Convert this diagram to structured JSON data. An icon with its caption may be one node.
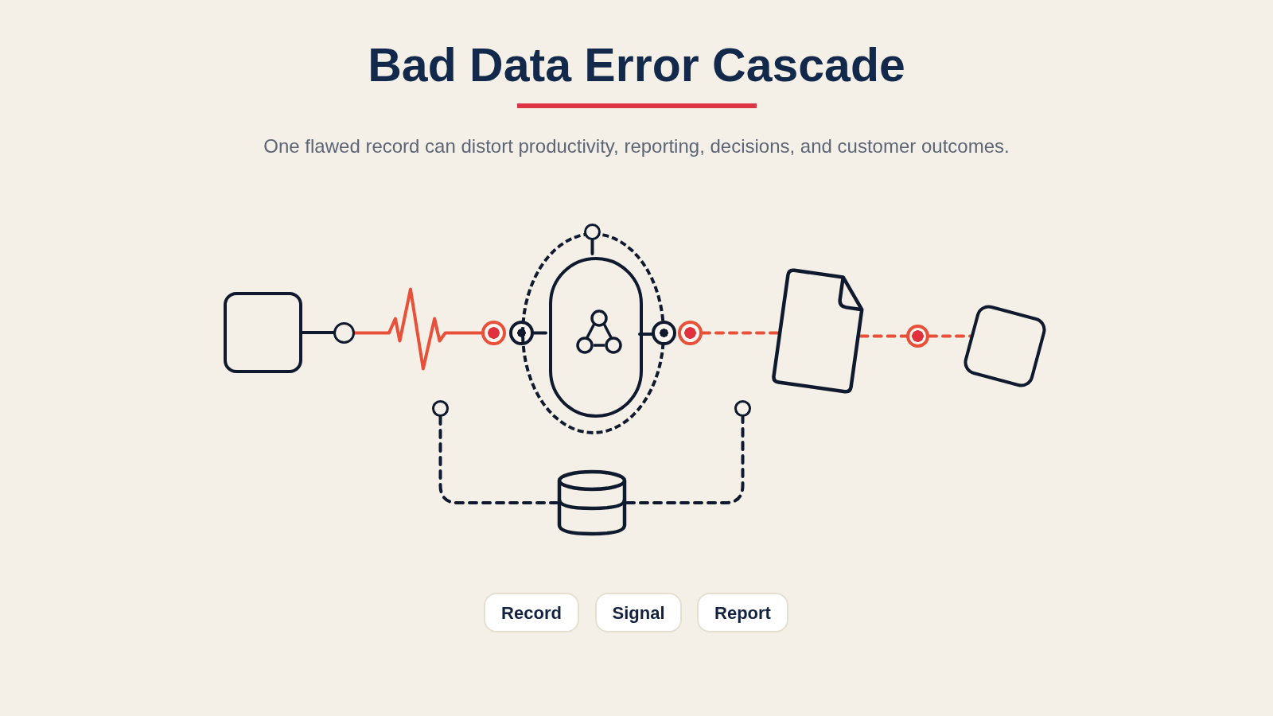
{
  "diagram": {
    "title": "Bad Data Error Cascade",
    "nodes": [
      {
        "text": [],
        "shape": "box"
      },
      {
        "text": [],
        "shape": "circle"
      },
      {
        "text": [],
        "shape": "circle"
      },
      {
        "text": [],
        "shape": "circle"
      },
      {
        "text": [],
        "shape": "ellipse"
      },
      {
        "text": [],
        "shape": "capsule",
        "in": 4
      },
      {
        "text": [],
        "shape": "circle"
      },
      {
        "text": [],
        "shape": "circle"
      },
      {
        "text": [],
        "shape": "circle"
      },
      {
        "text": [],
        "shape": "document"
      },
      {
        "text": [],
        "shape": "circle"
      },
      {
        "text": [],
        "shape": "box"
      },
      {
        "text": [],
        "shape": "circle"
      },
      {
        "text": [],
        "shape": "circle"
      },
      {
        "text": [],
        "shape": "cylinder"
      },
      {
        "text": [
          "Record"
        ]
      },
      {
        "text": [
          "Signal"
        ]
      },
      {
        "text": [
          "Report"
        ]
      }
    ],
    "edges": [
      {
        "from": 0,
        "to": 1,
        "arrow": "none"
      },
      {
        "from": 1,
        "to": 2,
        "arrow": "none",
        "color": "#e8503a"
      },
      {
        "from": 3,
        "to": 5,
        "arrow": "none"
      },
      {
        "from": 6,
        "to": 5,
        "arrow": "none"
      },
      {
        "from": 5,
        "to": 7,
        "arrow": "none"
      },
      {
        "from": 8,
        "to": 9,
        "arrow": "none",
        "style": "dashed",
        "color": "#e8503a"
      },
      {
        "from": 9,
        "to": 10,
        "arrow": "none",
        "style": "dashed",
        "color": "#e8503a"
      },
      {
        "from": 10,
        "to": 11,
        "arrow": "none",
        "style": "dashed",
        "color": "#e8503a"
      },
      {
        "from": 12,
        "to": 14,
        "arrow": "none",
        "style": "dashed"
      },
      {
        "from": 14,
        "to": 13,
        "arrow": "none",
        "style": "dashed"
      }
    ],
    "labels": [
      "One flawed record can distort productivity, reporting, decisions, and customer outcomes."
    ]
  }
}
